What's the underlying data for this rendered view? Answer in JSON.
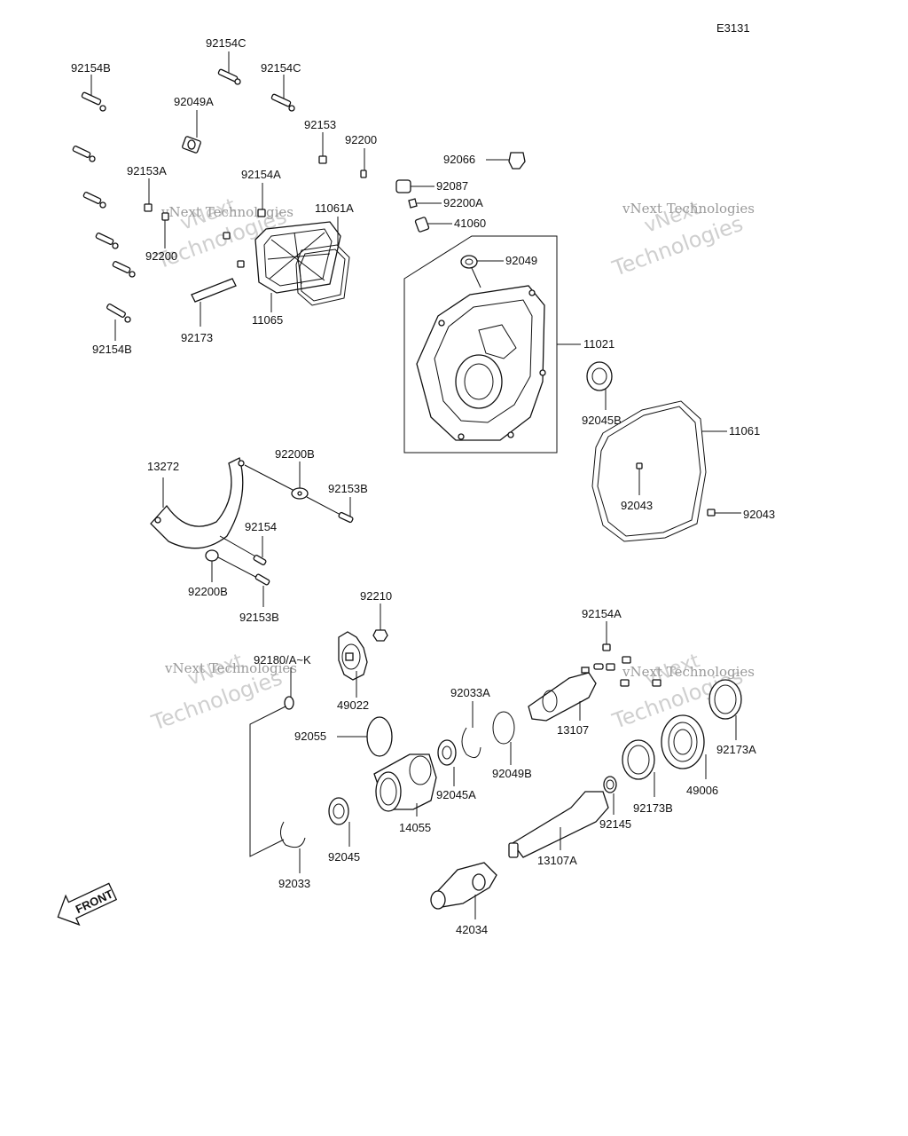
{
  "diagram_code": "E3131",
  "front_label": "FRONT",
  "watermark": {
    "brand_line1": "vNext",
    "brand_line2": "Technologies",
    "caption": "vNext Technologies"
  },
  "parts": {
    "p92154C_a": "92154C",
    "p92154B_a": "92154B",
    "p92154C_b": "92154C",
    "p92049A": "92049A",
    "p92153": "92153",
    "p92200": "92200",
    "p92066": "92066",
    "p92153A": "92153A",
    "p92154A": "92154A",
    "p92087": "92087",
    "p92200A": "92200A",
    "p11061A": "11061A",
    "p41060": "41060",
    "p92200_b": "92200",
    "p92049": "92049",
    "p11065": "11065",
    "p92173": "92173",
    "p11021": "11021",
    "p92154B_b": "92154B",
    "p92045B": "92045B",
    "p11061": "11061",
    "p13272": "13272",
    "p92200B_a": "92200B",
    "p92153B_a": "92153B",
    "p92043_a": "92043",
    "p92043_b": "92043",
    "p92154": "92154",
    "p92200B_b": "92200B",
    "p92210": "92210",
    "p92153B_b": "92153B",
    "p92154A_b": "92154A",
    "p92180": "92180/A~K",
    "p49022": "49022",
    "p92033A": "92033A",
    "p13107": "13107",
    "p92173A": "92173A",
    "p92055": "92055",
    "p92049B": "92049B",
    "p92045A": "92045A",
    "p49006": "49006",
    "p14055": "14055",
    "p92173B": "92173B",
    "p92145": "92145",
    "p92045": "92045",
    "p13107A": "13107A",
    "p92033": "92033",
    "p42034": "42034"
  }
}
